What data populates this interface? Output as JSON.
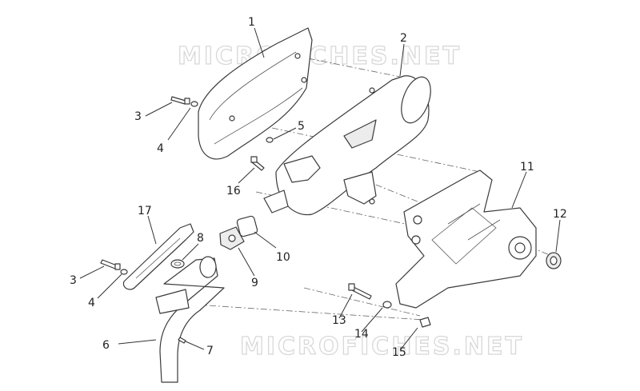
{
  "watermark": "MICROFICHES.NET",
  "callouts": [
    "1",
    "2",
    "3",
    "4",
    "5",
    "16",
    "17",
    "8",
    "9",
    "10",
    "3",
    "4",
    "6",
    "7",
    "11",
    "12",
    "13",
    "14",
    "15"
  ]
}
